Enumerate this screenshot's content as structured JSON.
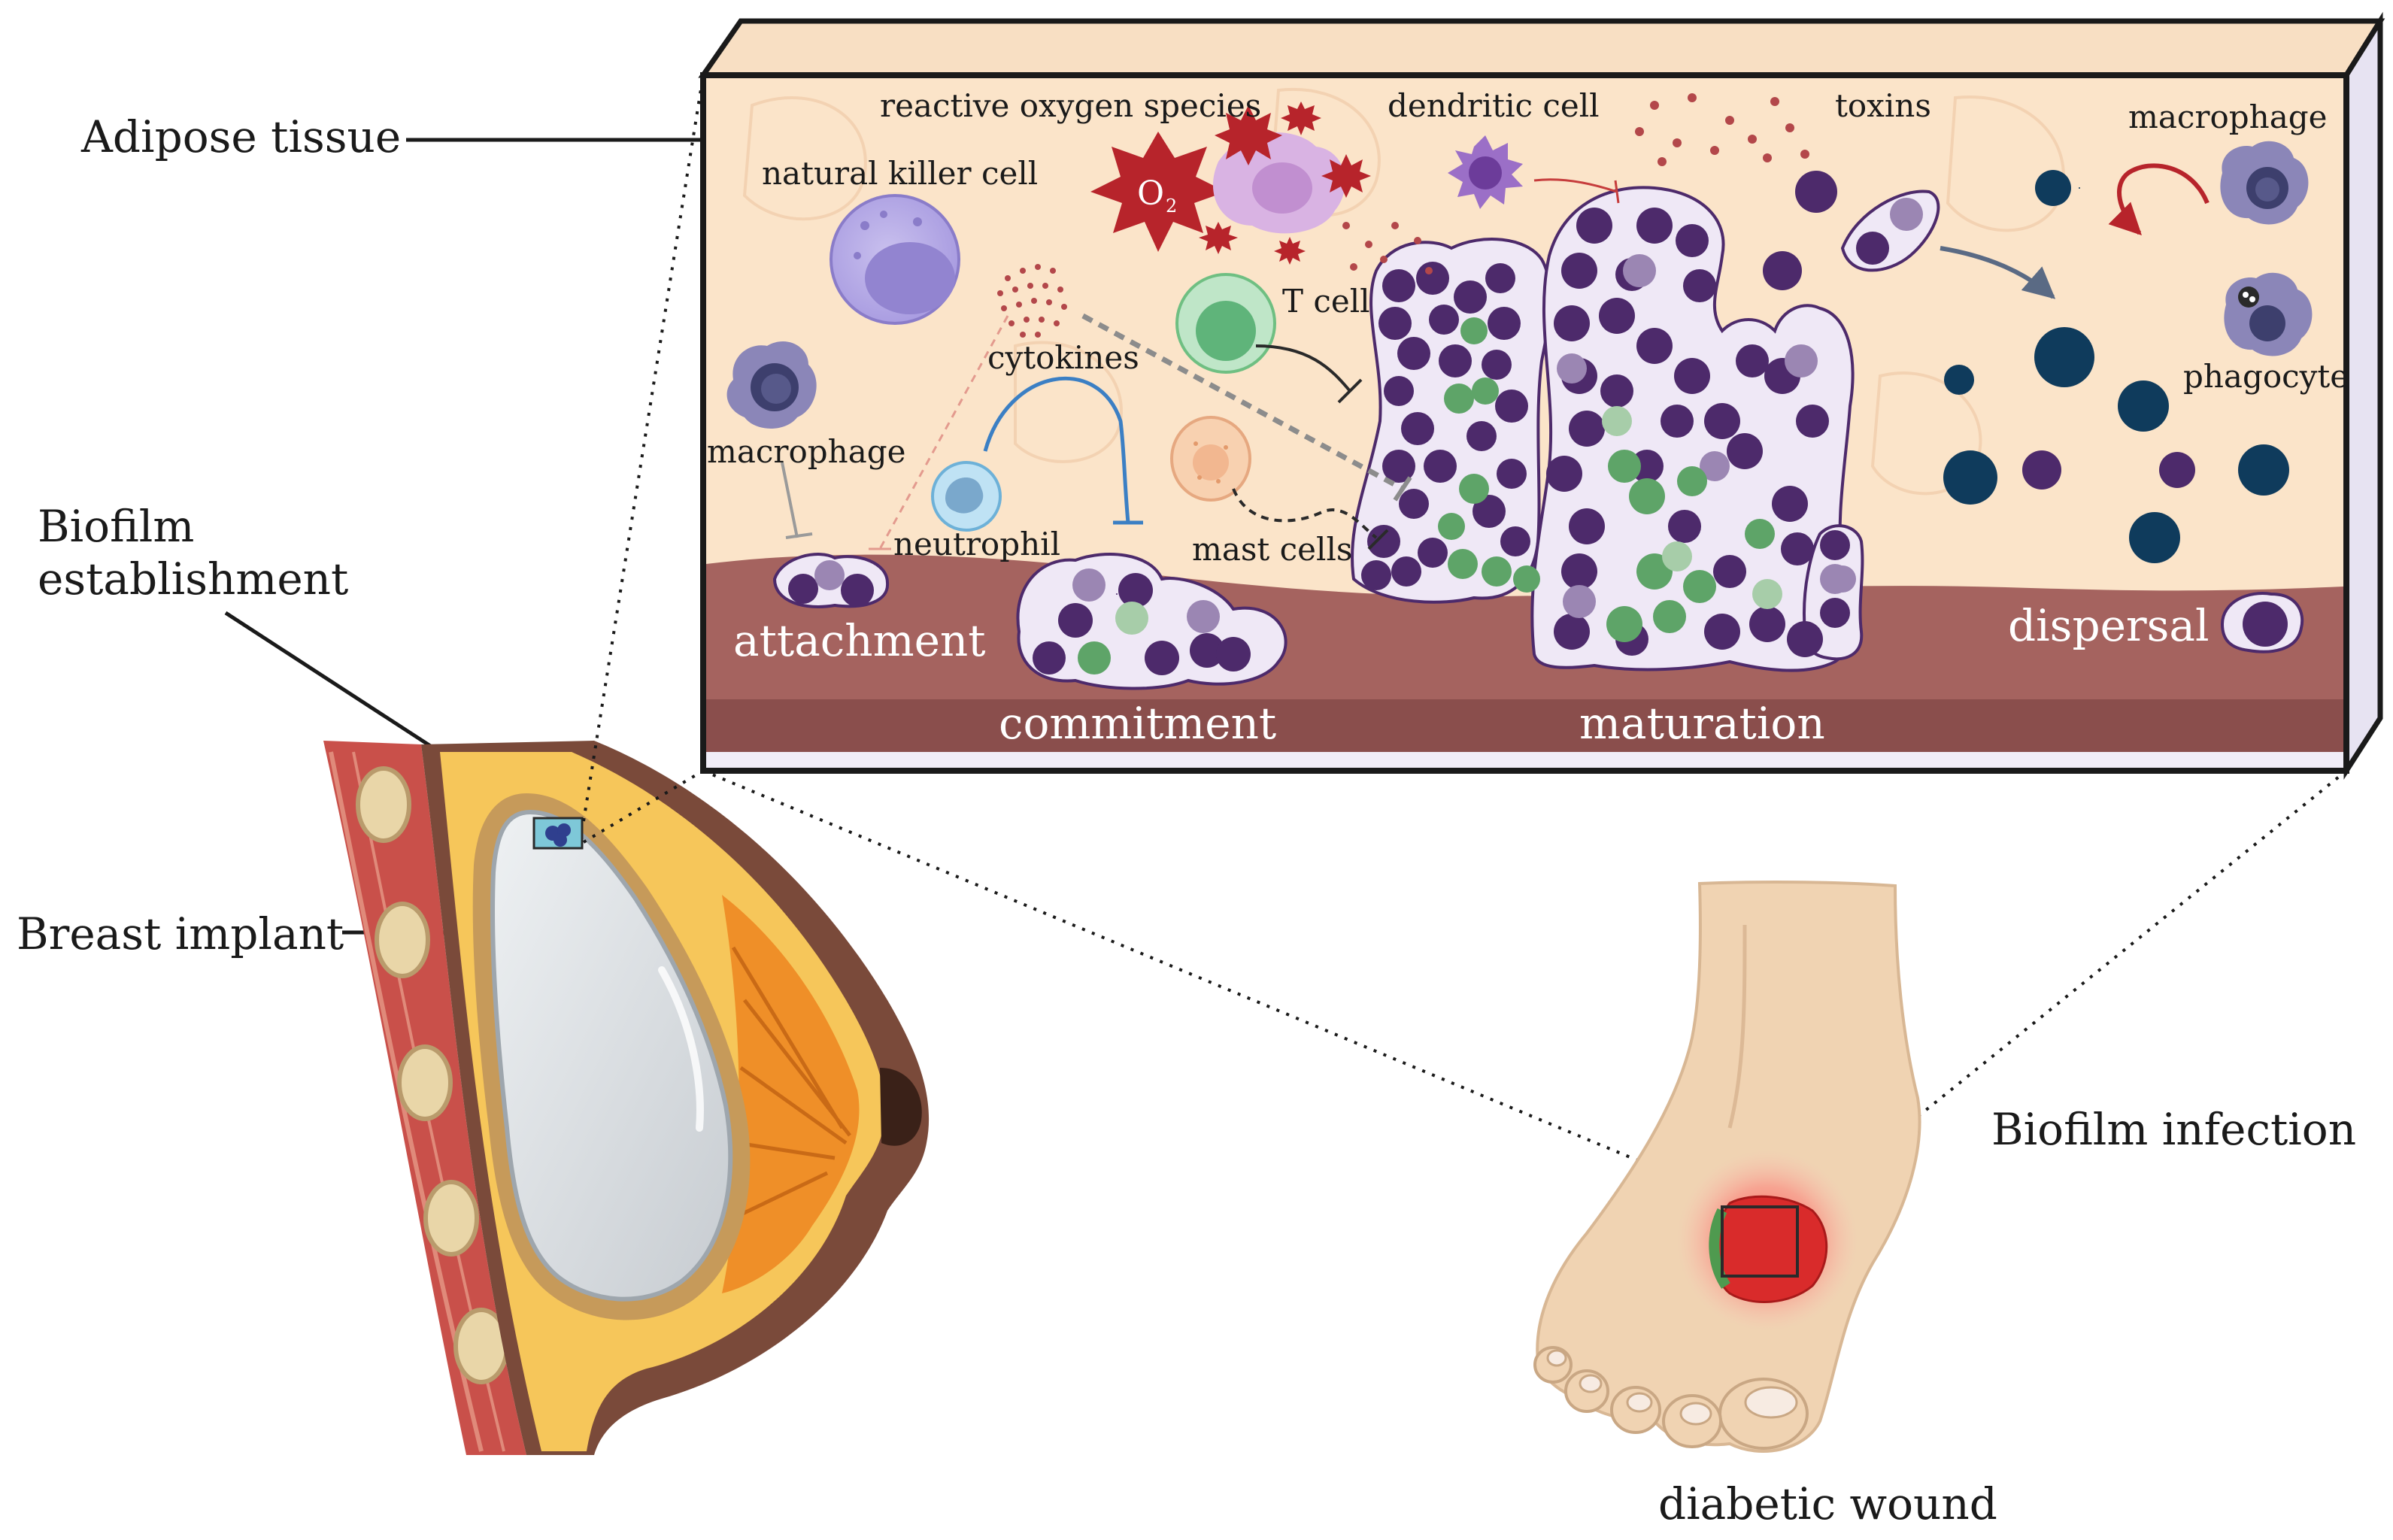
{
  "labels": {
    "adipose_tissue": "Adipose tissue",
    "biofilm_establishment_1": "Biofilm",
    "biofilm_establishment_2": "establishment",
    "breast_implant": "Breast implant",
    "biofilm_infection": "Biofilm infection",
    "diabetic_wound": "diabetic wound"
  },
  "panel": {
    "cells": {
      "reactive_oxygen_species": "reactive oxygen species",
      "dendritic_cell": "dendritic cell",
      "toxins": "toxins",
      "macrophage_right": "macrophage",
      "natural_killer_cell": "natural killer cell",
      "t_cell": "T cell",
      "cytokines": "cytokines",
      "phagocyte": "phagocyte",
      "macrophage_left": "macrophage",
      "neutrophil": "neutrophil",
      "mast_cells": "mast cells",
      "o2_symbol": "O",
      "o2_subscript": "2"
    },
    "stages": {
      "attachment": "attachment",
      "commitment": "commitment",
      "maturation": "maturation",
      "dispersal": "dispersal"
    }
  },
  "colors": {
    "tissue_background": "#fbe4c9",
    "substrate": "#a5635f",
    "substrate_dark": "#8a4e4c",
    "biofilm_matrix": "#efe8f6",
    "bacteria_purple": "#4d2a6b",
    "bacteria_green": "#5ea468",
    "dispersed_navy": "#0f3b5c",
    "ros_red": "#b7242b",
    "implant_gray": "#d9dde0",
    "wound_red": "#e23a3a",
    "skin": "#f0d3b2"
  }
}
